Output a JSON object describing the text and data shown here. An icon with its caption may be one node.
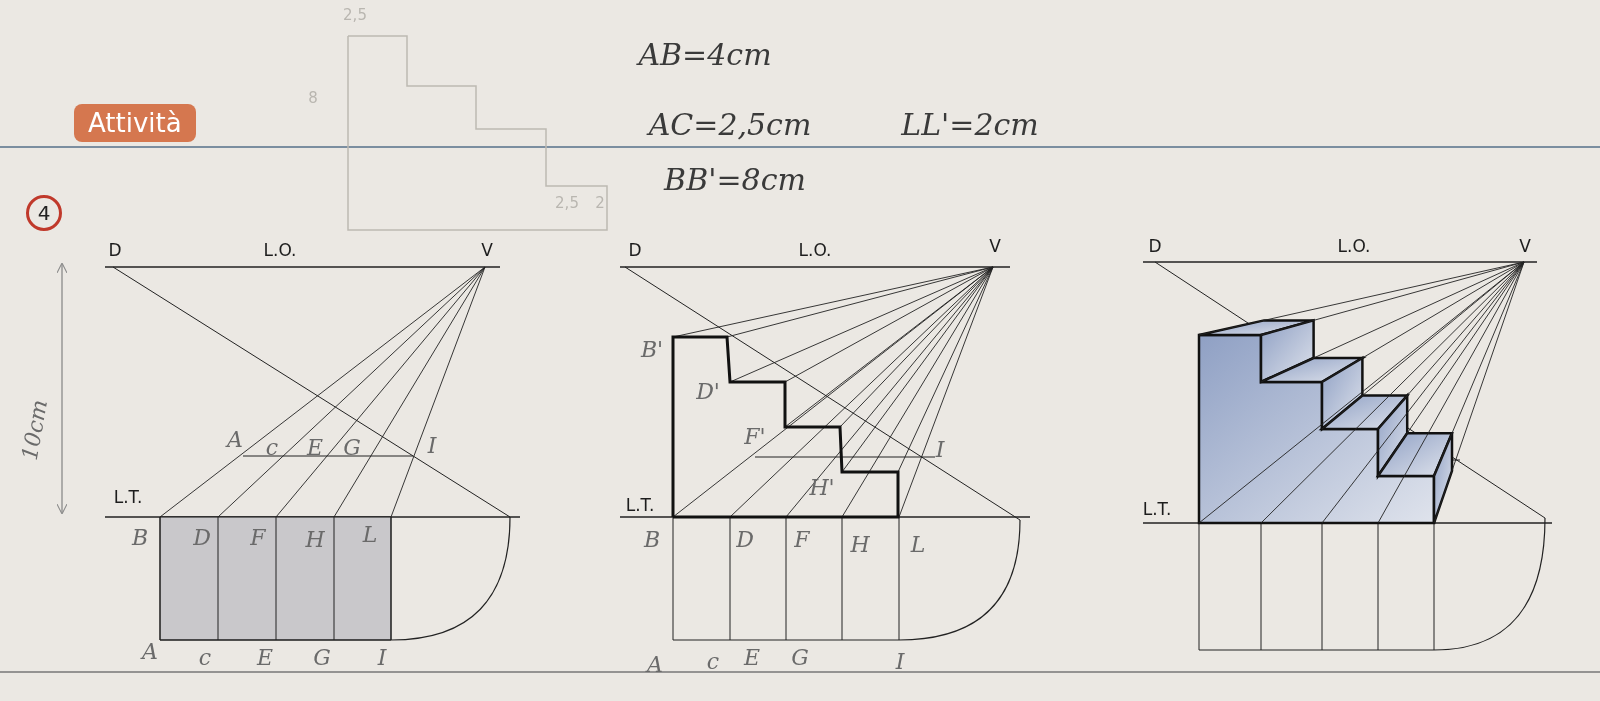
{
  "diagram": {
    "title": "Attività",
    "labels": [
      "4",
      "2,5",
      "8",
      "2,5",
      "2",
      "AB=4cm",
      "AC=2,5cm",
      "LL'=2cm",
      "BB'=8cm",
      "10cm",
      "D",
      "L.O.",
      "V",
      "A",
      "c",
      "E",
      "G",
      "I",
      "L.T.",
      "B",
      "D",
      "F",
      "H",
      "L",
      "A",
      "c",
      "E",
      "G",
      "I",
      "D",
      "L.O.",
      "V",
      "B'",
      "D'",
      "F'",
      "I",
      "H'",
      "L.T.",
      "B",
      "D",
      "F",
      "H",
      "L",
      "A",
      "c",
      "E",
      "G",
      "I",
      "D",
      "L.O.",
      "V",
      "L.T."
    ]
  }
}
